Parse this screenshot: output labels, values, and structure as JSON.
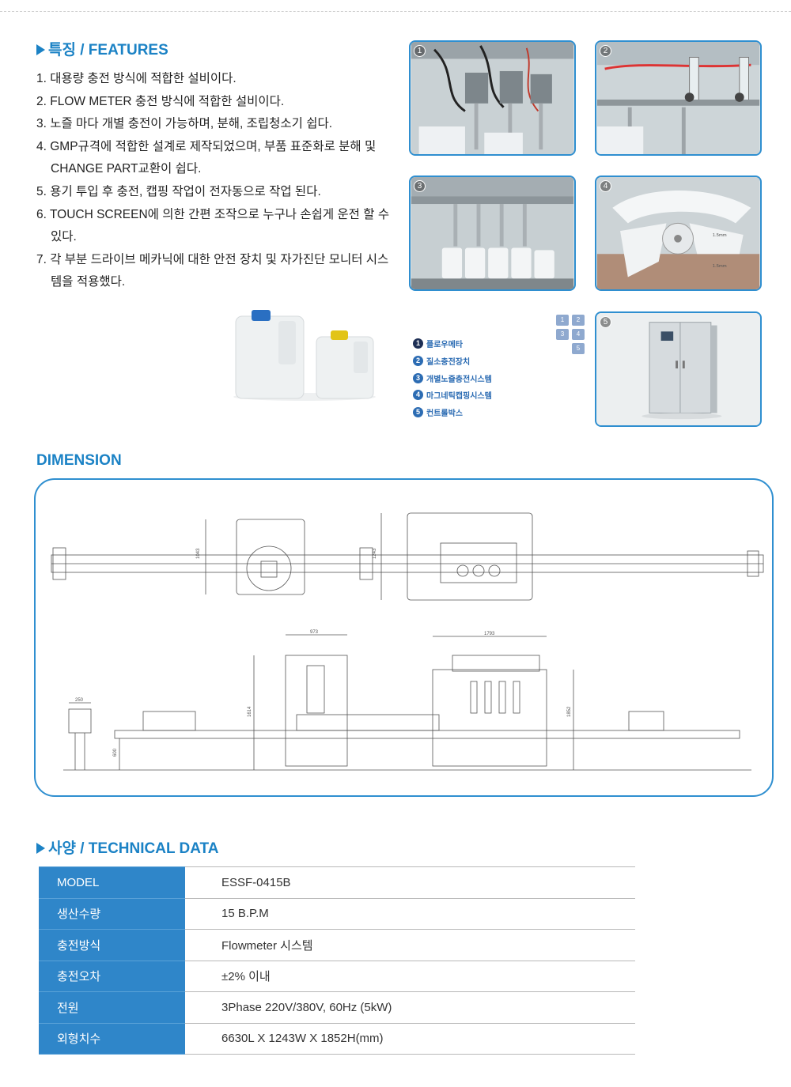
{
  "features": {
    "title": "특징 / FEATURES",
    "items": [
      "1. 대용량 충전 방식에 적합한 설비이다.",
      "2. FLOW METER 충전 방식에 적합한 설비이다.",
      "3. 노즐 마다 개별 충전이 가능하며, 분해, 조립청소기 쉽다.",
      "4. GMP규격에 적합한 설계로 제작되었으며, 부품 표준화로 분해 및 CHANGE PART교환이 쉽다.",
      "5. 용기 투입 후 충전, 캡핑 작업이 전자동으로 작업 된다.",
      "6. TOUCH SCREEN에 의한 간편 조작으로 누구나 손쉽게 운전 할 수 있다.",
      "7. 각 부분 드라이브 메카닉에 대한 안전 장치 및 자가진단 모니터 시스템을 적용했다."
    ]
  },
  "photos": {
    "p1": "1",
    "p2": "2",
    "p3": "3",
    "p4": "4",
    "p5": "5",
    "p4_label_a": "1.5mm",
    "p4_label_b": "1.5mm"
  },
  "legend": {
    "items": [
      {
        "num": "1",
        "label": "플로우메타"
      },
      {
        "num": "2",
        "label": "질소충전장치"
      },
      {
        "num": "3",
        "label": "개별노즐충전시스템"
      },
      {
        "num": "4",
        "label": "마그네틱캡핑시스템"
      },
      {
        "num": "5",
        "label": "컨트롤박스"
      }
    ],
    "grid": [
      "1",
      "2",
      "3",
      "4",
      "5"
    ]
  },
  "dimension": {
    "title": "DIMENSION",
    "labels": {
      "d1043": "1043",
      "d1243": "1243",
      "d973": "973",
      "d1793": "1793",
      "d250": "250",
      "d1614": "1614",
      "d1852": "1852",
      "d600": "600"
    }
  },
  "spec": {
    "title": "사양 / TECHNICAL DATA",
    "rows": [
      {
        "key": "MODEL",
        "value": "ESSF-0415B"
      },
      {
        "key": "생산수량",
        "value": "15 B.P.M"
      },
      {
        "key": "충전방식",
        "value": "Flowmeter 시스템"
      },
      {
        "key": "충전오차",
        "value": "±2% 이내"
      },
      {
        "key": "전원",
        "value": "3Phase 220V/380V, 60Hz (5kW)"
      },
      {
        "key": "외형치수",
        "value": "6630L X 1243W X 1852H(mm)"
      }
    ]
  },
  "colors": {
    "accent": "#1b82c5",
    "table_key_bg": "#2f86c9",
    "border": "#2f8fd0"
  }
}
